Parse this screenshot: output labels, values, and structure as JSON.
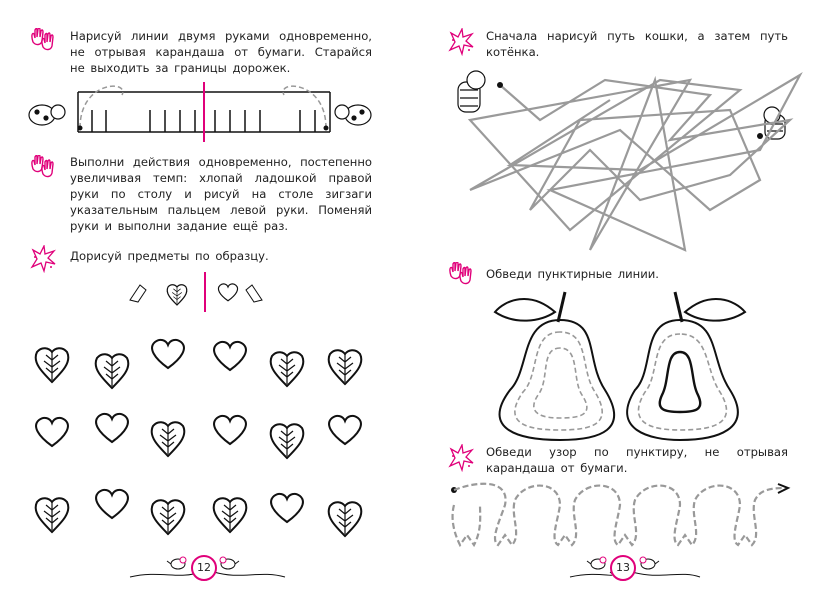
{
  "accent_color": "#e0007a",
  "left_page": {
    "tasks": [
      {
        "icon": "hands-icon",
        "text": "Нарисуй линии двумя руками одновременно, не отрывая карандаша от бумаги. Старайся не выходить за границы дорожек."
      },
      {
        "icon": "hands-icon",
        "text": "Выполни действия одновременно, постепенно увеличивая темп: хлопай ладошкой правой руки по столу и рисуй на столе зигзаги указательным пальцем левой руки. Поменяй руки и выполни задание ещё раз."
      },
      {
        "icon": "star-icon",
        "text": "Дорисуй предметы по образцу."
      }
    ],
    "shapes_grid": [
      [
        "leaf",
        "leaf",
        "heart",
        "heart",
        "leaf",
        "leaf"
      ],
      [
        "heart",
        "heart",
        "leaf",
        "heart",
        "leaf",
        "heart"
      ],
      [
        "leaf",
        "heart",
        "leaf",
        "leaf",
        "heart",
        "leaf"
      ]
    ],
    "page_number": "12"
  },
  "right_page": {
    "tasks": [
      {
        "icon": "star-icon",
        "text": "Сначала нарисуй путь кошки, а затем путь котёнка."
      },
      {
        "icon": "hands-icon",
        "text": "Обведи пунктирные линии."
      },
      {
        "icon": "star-icon",
        "text": "Обведи узор по пунктиру, не отрывая карандаша от бумаги."
      }
    ],
    "page_number": "13"
  }
}
